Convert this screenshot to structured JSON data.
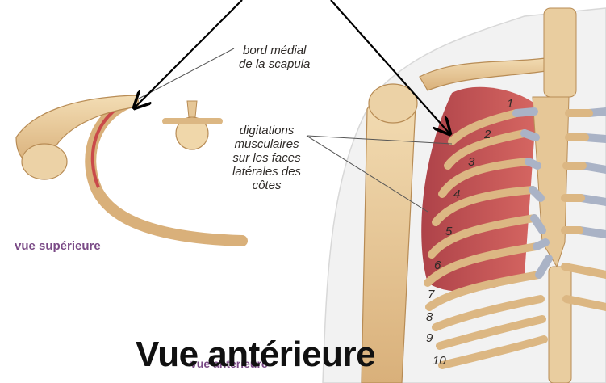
{
  "labels": {
    "medial_border": "bord médial\nde la scapula",
    "digitations": "digitations\nmusculaires\nsur les faces\nlatérales des\ncôtes",
    "view_superior": "vue supérieure",
    "view_anterior_small": "vue antérieure",
    "view_anterior_title": "Vue antérieure"
  },
  "rib_numbers": [
    "1",
    "2",
    "3",
    "4",
    "5",
    "6",
    "7",
    "8",
    "9",
    "10"
  ],
  "colors": {
    "bone": "#e9c99a",
    "bone_shadow": "#c9a06a",
    "muscle": "#c94a4a",
    "cartilage": "#a9b3c6",
    "skin": "#f3f3f3",
    "label_purple": "#7a4a86",
    "arrow": "#000000"
  }
}
